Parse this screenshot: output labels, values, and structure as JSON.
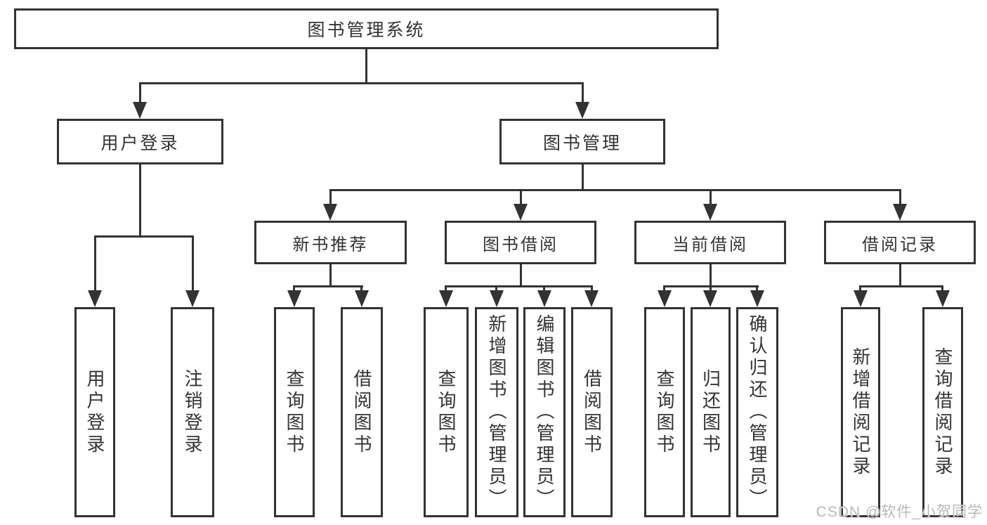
{
  "diagram": {
    "root": "图书管理系统",
    "branches": [
      {
        "label": "用户登录",
        "children": [
          "用户登录",
          "注销登录"
        ]
      },
      {
        "label": "图书管理",
        "groups": [
          {
            "label": "新书推荐",
            "children": [
              "查询图书",
              "借阅图书"
            ]
          },
          {
            "label": "图书借阅",
            "children": [
              "查询图书",
              "新增图书（管理员）",
              "编辑图书（管理员）",
              "借阅图书"
            ]
          },
          {
            "label": "当前借阅",
            "children": [
              "查询图书",
              "归还图书",
              "确认归还（管理员）"
            ]
          },
          {
            "label": "借阅记录",
            "children": [
              "新增借阅记录",
              "查询借阅记录"
            ]
          }
        ]
      }
    ]
  },
  "watermark": "CSDN @软件_小贺同学",
  "colors": {
    "line": "#333333",
    "text": "#333333",
    "watermark": "#b9b9b9",
    "background": "#ffffff"
  }
}
